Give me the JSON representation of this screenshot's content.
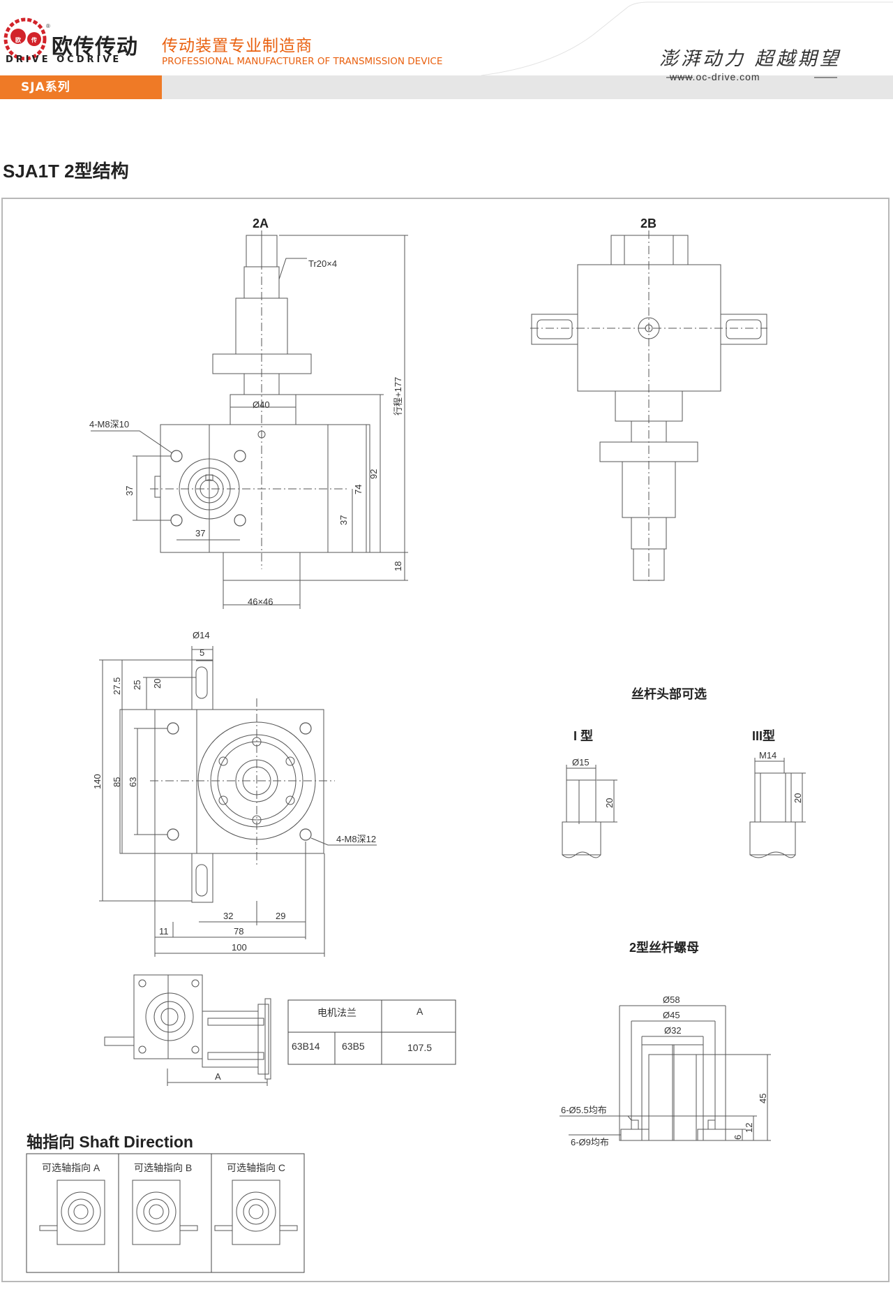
{
  "header": {
    "logo_brand": "欧传传动",
    "logo_sub": "DRIVE OCDRIVE",
    "logo_badge": "欧传",
    "tagline_cn": "传动装置专业制造商",
    "tagline_en": "PROFESSIONAL MANUFACTURER OF TRANSMISSION DEVICE",
    "slogan": "澎湃动力 超越期望",
    "website": "www.oc-drive.com",
    "series_tag": "SJA系列",
    "accent_color": "#ef7a26"
  },
  "section_title": "SJA1T 2型结构",
  "views": {
    "view_2a_label": "2A",
    "view_2b_label": "2B",
    "thread": "Tr20×4",
    "stroke": "行程+177",
    "bolt_top": "4-M8深10",
    "d40": "Ø40",
    "dim_37a": "37",
    "dim_37b": "37",
    "dim_37c": "37",
    "dim_74": "74",
    "dim_92": "92",
    "dim_18": "18",
    "dim_46x46": "46×46",
    "d14": "Ø14",
    "dim_5": "5",
    "dim_27_5": "27.5",
    "dim_25": "25",
    "dim_20": "20",
    "dim_140": "140",
    "dim_85": "85",
    "dim_63": "63",
    "bolt_bottom": "4-M8深12",
    "dim_11": "11",
    "dim_32": "32",
    "dim_29": "29",
    "dim_78": "78",
    "dim_100": "100",
    "motor_A": "A"
  },
  "options": {
    "title": "丝杆头部可选",
    "type_i": "I 型",
    "type_i_d": "Ø15",
    "type_i_len": "20",
    "type_iii": "III型",
    "type_iii_m": "M14",
    "type_iii_len": "20"
  },
  "nut": {
    "title": "2型丝杆螺母",
    "d58": "Ø58",
    "d45": "Ø45",
    "d32": "Ø32",
    "holes1": "6-Ø5.5均布",
    "holes2": "6-Ø9均布",
    "h45": "45",
    "h12": "12",
    "h6": "6"
  },
  "motor_table": {
    "header_flange": "电机法兰",
    "header_a": "A",
    "flange_1": "63B14",
    "flange_2": "63B5",
    "a_value": "107.5"
  },
  "shaft_direction": {
    "title": "轴指向 Shaft Direction",
    "options": [
      "可选轴指向 A",
      "可选轴指向 B",
      "可选轴指向 C"
    ]
  }
}
